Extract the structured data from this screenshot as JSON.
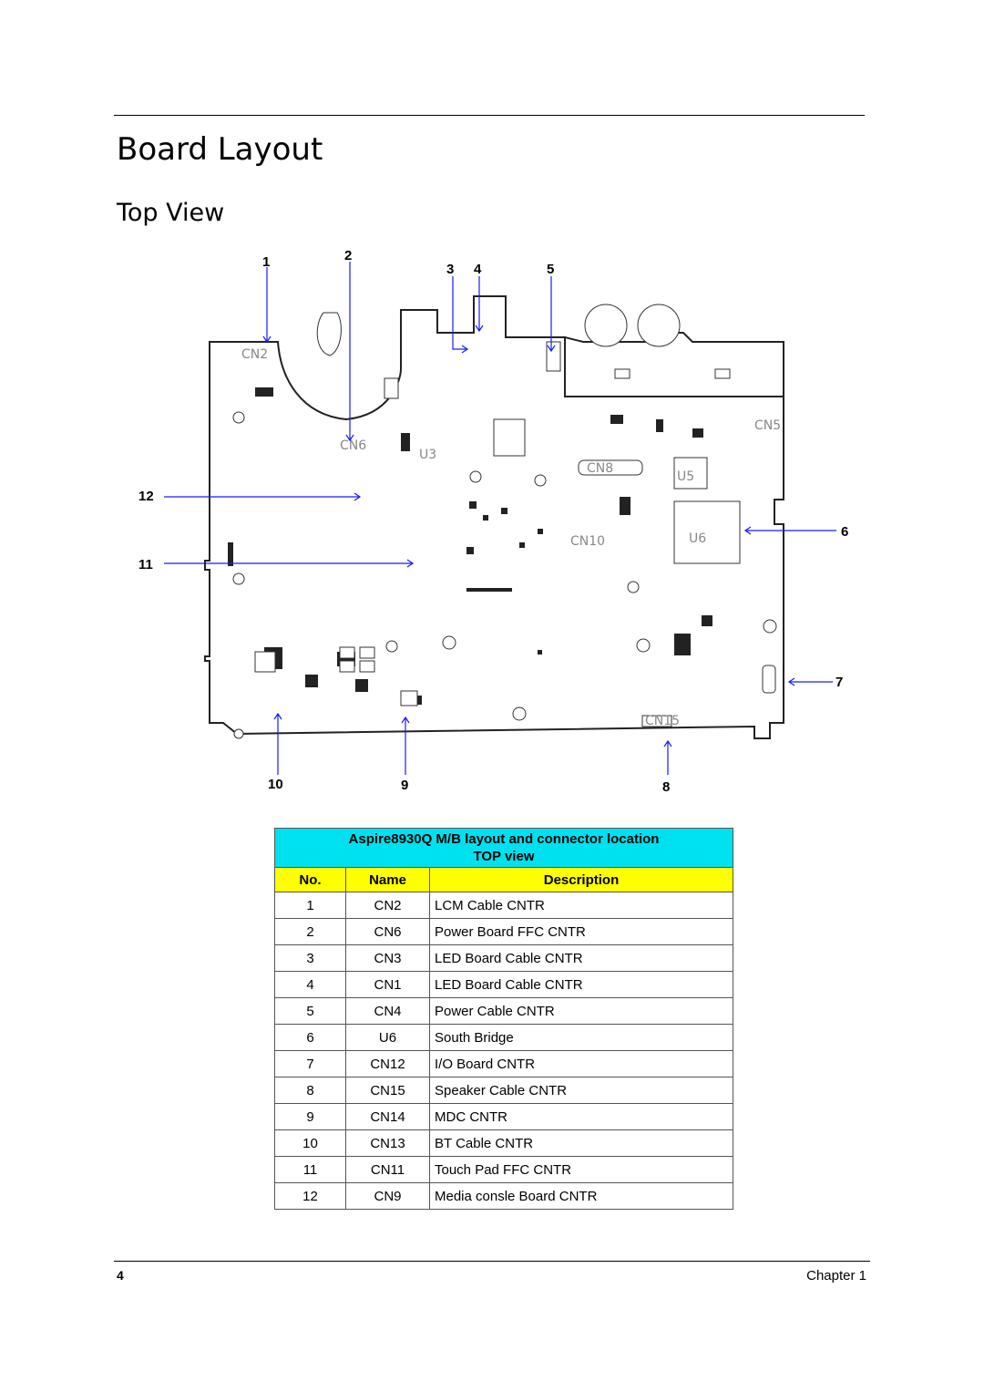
{
  "page": {
    "title": "Board Layout",
    "subtitle": "Top View",
    "page_number": "4",
    "chapter": "Chapter 1"
  },
  "diagram": {
    "callouts": [
      "1",
      "2",
      "3",
      "4",
      "5",
      "6",
      "7",
      "8",
      "9",
      "10",
      "11",
      "12"
    ],
    "silkscreen": [
      "CN2",
      "CN6",
      "U3",
      "CN8",
      "U5",
      "U6",
      "CN5",
      "CN10",
      "CN15"
    ]
  },
  "table": {
    "caption_line1": "Aspire8930Q M/B layout and connector location",
    "caption_line2": "TOP view",
    "headers": {
      "no": "No.",
      "name": "Name",
      "description": "Description"
    },
    "rows": [
      {
        "no": "1",
        "name": "CN2",
        "description": "LCM Cable CNTR"
      },
      {
        "no": "2",
        "name": "CN6",
        "description": "Power Board FFC CNTR"
      },
      {
        "no": "3",
        "name": "CN3",
        "description": "LED Board Cable CNTR"
      },
      {
        "no": "4",
        "name": "CN1",
        "description": "LED Board Cable CNTR"
      },
      {
        "no": "5",
        "name": "CN4",
        "description": "Power Cable CNTR"
      },
      {
        "no": "6",
        "name": "U6",
        "description": "South Bridge"
      },
      {
        "no": "7",
        "name": "CN12",
        "description": "I/O Board CNTR"
      },
      {
        "no": "8",
        "name": "CN15",
        "description": "Speaker Cable CNTR"
      },
      {
        "no": "9",
        "name": "CN14",
        "description": "MDC CNTR"
      },
      {
        "no": "10",
        "name": "CN13",
        "description": "BT Cable CNTR"
      },
      {
        "no": "11",
        "name": "CN11",
        "description": "Touch Pad FFC CNTR"
      },
      {
        "no": "12",
        "name": "CN9",
        "description": "Media consle Board CNTR"
      }
    ]
  },
  "colors": {
    "caption_bg": "#00e1ef",
    "header_bg": "#ffff00",
    "arrow": "#1a1aff"
  }
}
